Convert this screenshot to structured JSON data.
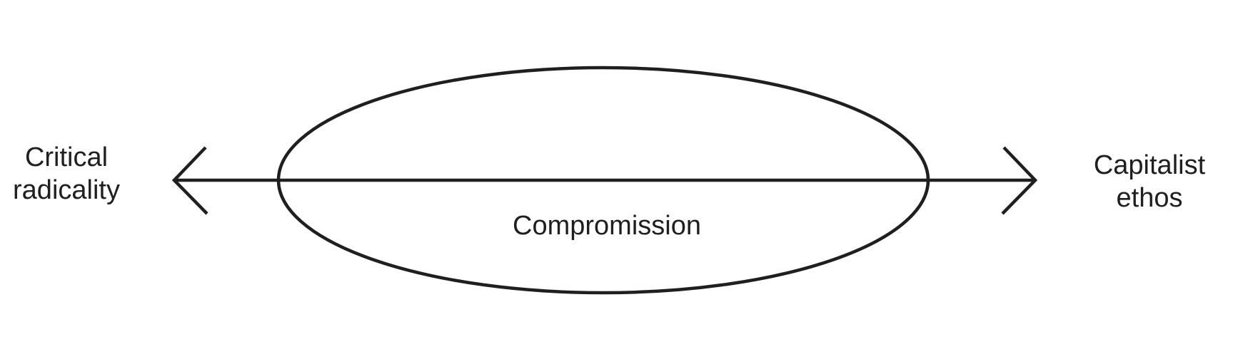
{
  "diagram": {
    "left_pole": {
      "line1": "Critical",
      "line2": "radicality"
    },
    "right_pole": {
      "line1": "Capitalist",
      "line2": "ethos"
    },
    "center": {
      "label": "Compromission"
    },
    "colors": {
      "stroke": "#1f1f1f",
      "background": "#ffffff"
    }
  }
}
